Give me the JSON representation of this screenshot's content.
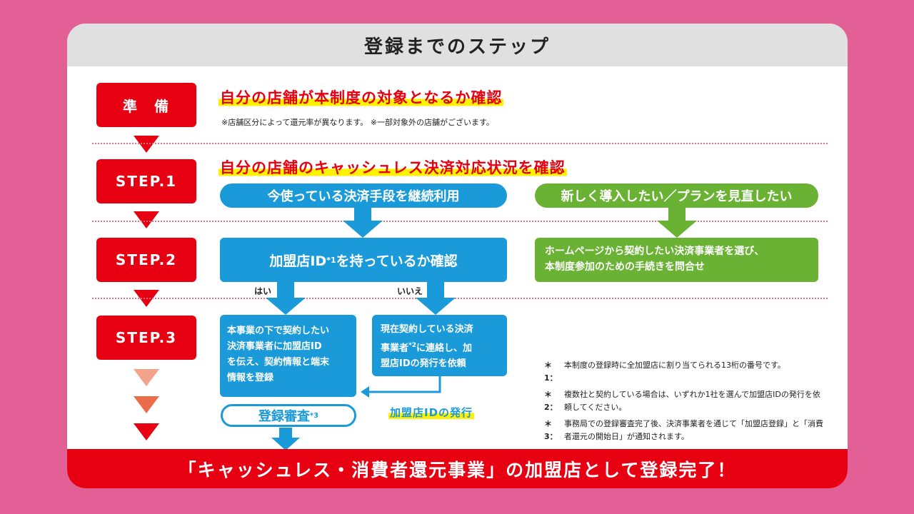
{
  "title": "登録までのステップ",
  "steps": {
    "prep": "準　備",
    "step1": "STEP.1",
    "step2": "STEP.2",
    "step3": "STEP.3"
  },
  "prep": {
    "headline": "自分の店舗が本制度の対象となるか確認",
    "note": "※店舗区分によって還元率が異なります。 ※一部対象外の店舗がございます。"
  },
  "step1": {
    "headline": "自分の店舗のキャッシュレス決済対応状況を確認",
    "left_option": "今使っている決済手段を継続利用",
    "right_option": "新しく導入したい／プランを見直したい"
  },
  "step2": {
    "left_box_prefix": "加盟店ID",
    "left_box_sup": "*1",
    "left_box_suffix": "を持っているか確認",
    "right_box_line1": "ホームページから契約したい決済事業者を選び、",
    "right_box_line2": "本制度参加のための手続きを問合せ",
    "yes_label": "はい",
    "no_label": "いいえ"
  },
  "step3": {
    "yes_box_lines": [
      "本事業の下で契約したい",
      "決済事業者に加盟店ID",
      "を伝え、契約情報と端末",
      "情報を登録"
    ],
    "no_box_line1": "現在契約している決済",
    "no_box_line2_prefix": "事業者",
    "no_box_line2_sup": "*2",
    "no_box_line2_suffix": "に連絡し、加",
    "no_box_line3": "盟店IDの発行を依頼",
    "issue_label": "加盟店IDの発行",
    "review_label": "登録審査",
    "review_sup": "*3"
  },
  "footnotes": [
    {
      "mark": "＊1：",
      "text": "本制度の登録時に全加盟店に割り当てられる13桁の番号です。"
    },
    {
      "mark": "＊2：",
      "text": "複数社と契約している場合は、いずれか1社を選んで加盟店IDの発行を依頼してください。"
    },
    {
      "mark": "＊3：",
      "text": "事務局での登録審査完了後、決済事業者を通じて「加盟店登録」と「消費者還元の開始日」が通知されます。"
    }
  ],
  "footer": "「キャッシュレス・消費者還元事業」の加盟店として登録完了！",
  "colors": {
    "background": "#e36096",
    "red": "#e60012",
    "blue": "#1b9ad9",
    "green": "#6ab233",
    "highlight": "#fff100"
  }
}
